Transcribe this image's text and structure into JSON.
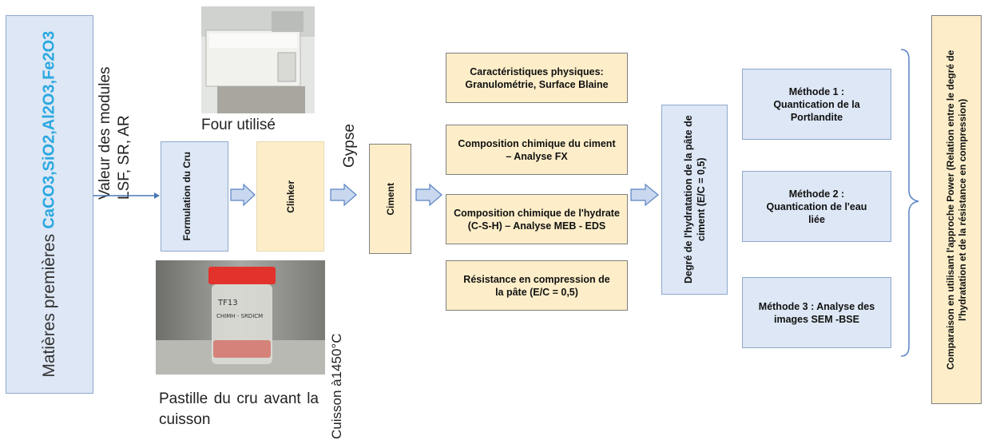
{
  "raw_materials": {
    "line1": "Matières premières",
    "line2": "CaCO3,SiO2,Al2O3,Fe2O3",
    "accent_color": "#2aa8e0"
  },
  "modules_label": {
    "line1": "Valeur des modules",
    "line2": "LSF, SR, AR"
  },
  "furnace_caption": "Four utilisé",
  "formulation_box": "Formulation du Cru",
  "clinker_box": "Clinker",
  "gypse_label": "Gypse",
  "ciment_box": "Ciment",
  "pellet_caption": "Pastille du cru avant la cuisson",
  "cuisson_label": "Cuisson à1450°C",
  "jar_label": {
    "line1": "TF13",
    "line2": "CHIMH - SRDICM"
  },
  "characterization": [
    "Caractéristiques physiques: Granulométrie, Surface Blaine",
    "Composition chimique du ciment – Analyse FX",
    "Composition chimique de l'hydrate (C-S-H) – Analyse MEB - EDS",
    "Résistance en compression de la pâte (E/C = 0,5)"
  ],
  "hydration_box": "Degré de l'hydratation de la pâte de ciment (E/C = 0,5)",
  "methods": [
    "Méthode 1 : Quantication de la Portlandite",
    "Méthode 2 : Quantication de l'eau liée",
    "Méthode 3 : Analyse des images SEM -BSE"
  ],
  "comparison_box": "Comparaison en utilisant l'approche Power (Relation entre le degré de l'hydratation et de la résistance en compression)"
}
